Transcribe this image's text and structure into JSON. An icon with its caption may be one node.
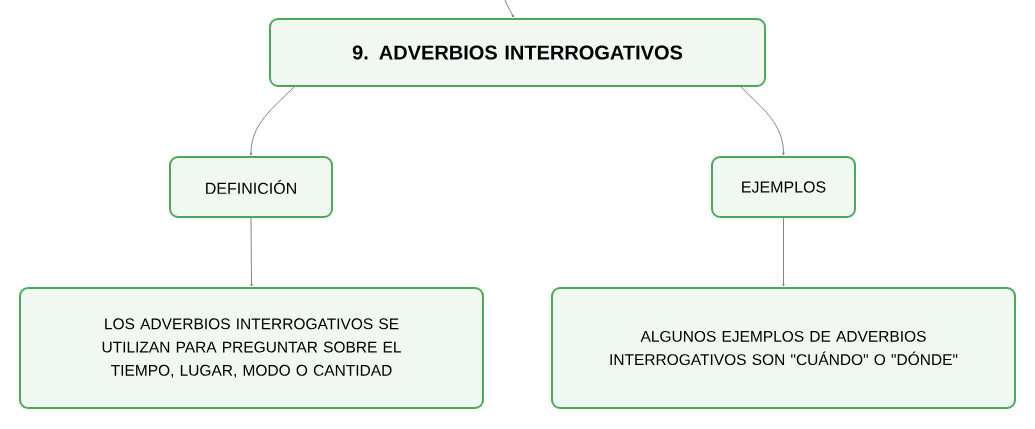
{
  "diagram": {
    "nodes": [
      {
        "text": [
          "9. ADVERBIOS INTERROGATIVOS"
        ]
      },
      {
        "text": [
          "DEFINICIÓN"
        ]
      },
      {
        "text": [
          "EJEMPLOS"
        ]
      },
      {
        "text": [
          "LOS ADVERBIOS INTERROGATIVOS SE UTILIZAN PARA PREGUNTAR SOBRE EL TIEMPO, LUGAR, MODO O CANTIDAD"
        ]
      },
      {
        "text": [
          "ALGUNOS EJEMPLOS DE ADVERBIOS INTERROGATIVOS SON \"CUÁNDO\" O \"DÓNDE\""
        ]
      }
    ],
    "edges": [
      {
        "from": null,
        "to": 0,
        "arrow": "to"
      },
      {
        "from": 0,
        "to": 1,
        "arrow": "to"
      },
      {
        "from": 0,
        "to": 2,
        "arrow": "to"
      },
      {
        "from": 1,
        "to": 3,
        "arrow": "to"
      },
      {
        "from": 2,
        "to": 4,
        "arrow": "to"
      }
    ]
  }
}
